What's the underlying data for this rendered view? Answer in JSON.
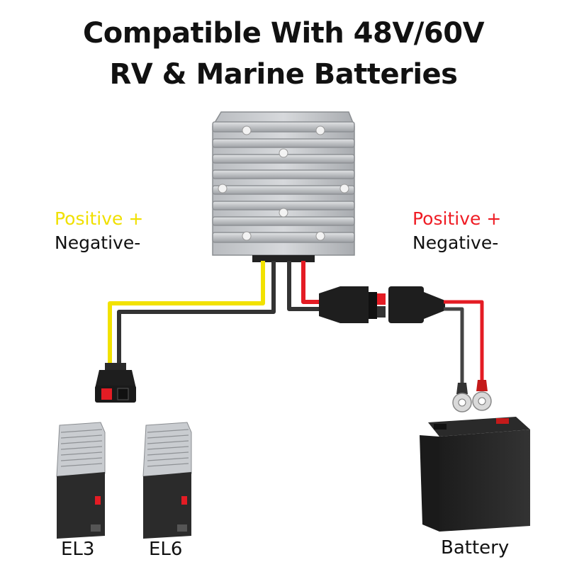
{
  "headline": {
    "line1": "Compatible With 48V/60V",
    "line2": "RV & Marine Batteries"
  },
  "left_wires": {
    "positive": "Positive +",
    "negative": "Negative-",
    "positive_color": "#f0e000"
  },
  "right_wires": {
    "positive": "Positive +",
    "negative": "Negative-",
    "positive_color": "#ef1c24"
  },
  "devices": {
    "el3": "EL3",
    "el6": "EL6",
    "battery": "Battery"
  },
  "icons": [
    "dc-converter",
    "anderson-connector",
    "ring-terminal",
    "power-station",
    "battery"
  ]
}
